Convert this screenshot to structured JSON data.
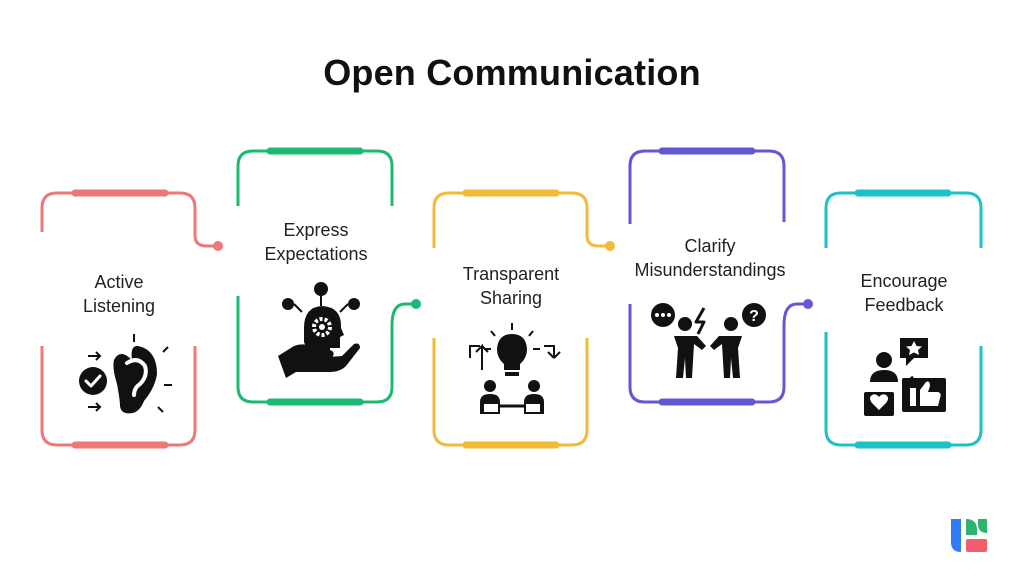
{
  "title": "Open Communication",
  "steps": [
    {
      "line1": "Active",
      "line2": "Listening",
      "color": "#EE7777",
      "icon": "ear-listening-icon"
    },
    {
      "line1": "Express",
      "line2": "Expectations",
      "color": "#1DB872",
      "icon": "head-gear-hand-icon"
    },
    {
      "line1": "Transparent",
      "line2": "Sharing",
      "color": "#F2BA36",
      "icon": "lightbulb-meeting-icon"
    },
    {
      "line1": "Clarify",
      "line2": "Misunderstandings",
      "color": "#6457D3",
      "icon": "people-discussion-icon"
    },
    {
      "line1": "Encourage",
      "line2": "Feedback",
      "color": "#1DC2C6",
      "icon": "feedback-rating-icon"
    }
  ],
  "logo": {
    "colors": [
      "#2F7CF6",
      "#2FB36E",
      "#F25C6B"
    ],
    "icon": "brand-logo-icon"
  }
}
